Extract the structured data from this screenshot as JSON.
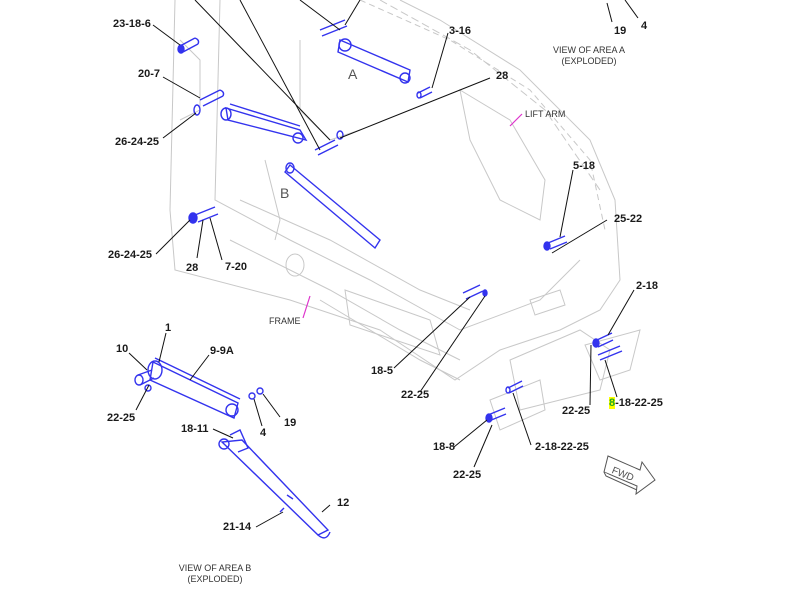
{
  "diagram": {
    "title": "Lift arm / frame parts diagram",
    "colors": {
      "part_highlight": "#3333ee",
      "outline": "#c8c8c8",
      "leader": "#111111",
      "label_leader": "#dd33cc",
      "search_highlight": "#ffff00",
      "search_highlight_text": "#22aa22"
    },
    "area_labels": {
      "a": "A",
      "b": "B"
    },
    "captions": {
      "view_a_line1": "VIEW OF AREA A",
      "view_a_line2": "(EXPLODED)",
      "view_b_line1": "VIEW OF AREA B",
      "view_b_line2": "(EXPLODED)",
      "lift_arm": "LIFT ARM",
      "frame": "FRAME",
      "fwd": "FWD"
    },
    "callouts": {
      "c_23_18_6": "23-18-6",
      "c_20_7": "20-7",
      "c_26_24_25_top": "26-24-25",
      "c_3_16": "3-16",
      "c_28_top": "28",
      "c_19_top": "19",
      "c_4_top": "4",
      "c_26_24_25_mid": "26-24-25",
      "c_28_mid": "28",
      "c_7_20": "7-20",
      "c_5_18": "5-18",
      "c_25_22": "25-22",
      "c_2_18": "2-18",
      "c_18_5": "18-5",
      "c_22_25_a": "22-25",
      "c_22_25_b": "22-25",
      "c_8_highlight": "8",
      "c_8_rest": "-18-22-25",
      "c_18_8": "18-8",
      "c_2_18_22_25": "2-18-22-25",
      "c_22_25_c": "22-25",
      "c_1": "1",
      "c_10": "10",
      "c_9_9a": "9-9A",
      "c_22_25_d": "22-25",
      "c_4_b": "4",
      "c_19_b": "19",
      "c_18_11": "18-11",
      "c_12": "12",
      "c_21_14": "21-14"
    }
  }
}
